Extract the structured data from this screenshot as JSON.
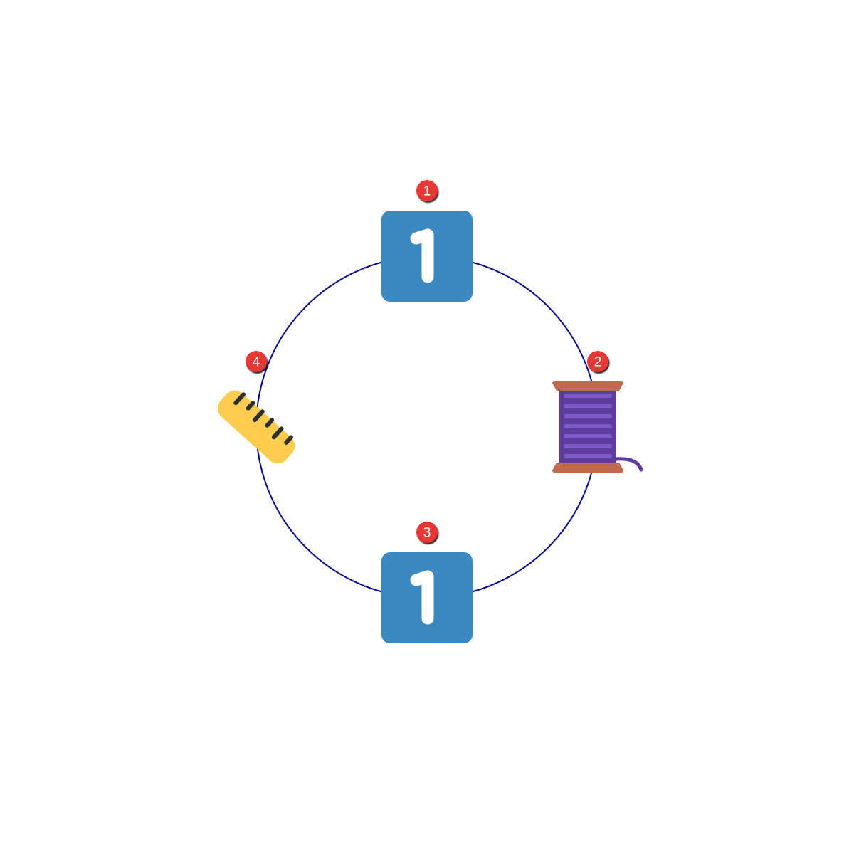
{
  "diagram": {
    "ring_color": "#00008b",
    "badge_color": "#e53935",
    "items": [
      {
        "index": 0,
        "icon": "keycap-digit-one-icon",
        "badge": "1",
        "digit": "1",
        "tile_color": "#3b88c3"
      },
      {
        "index": 1,
        "icon": "spool-of-thread-icon",
        "badge": "2",
        "thread_color": "#5c3d9e",
        "flange_color": "#c1694f"
      },
      {
        "index": 2,
        "icon": "keycap-digit-one-icon",
        "badge": "3",
        "digit": "1",
        "tile_color": "#3b88c3"
      },
      {
        "index": 3,
        "icon": "ruler-icon",
        "badge": "4",
        "ruler_color": "#ffcc4d"
      }
    ]
  }
}
